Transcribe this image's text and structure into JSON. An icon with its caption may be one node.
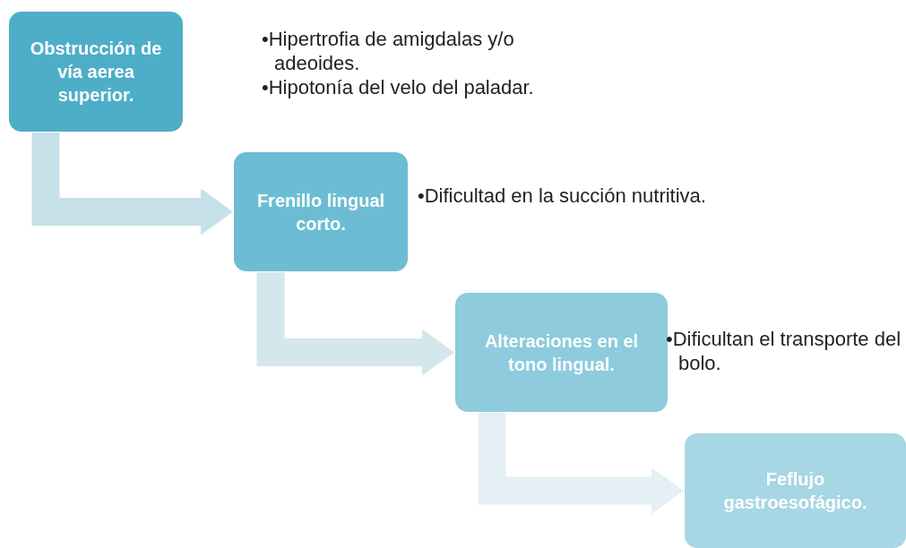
{
  "diagram": {
    "nodes": [
      {
        "text": [
          "Obstrucción de vía aerea superior."
        ],
        "beside": [
          "•Hipertrofia de amigdalas y/o adeoides.",
          "•Hipotonía del velo del paladar."
        ]
      },
      {
        "text": [
          "Frenillo lingual corto."
        ],
        "beside": [
          "•Dificultad en la succión nutritiva."
        ]
      },
      {
        "text": [
          "Alteraciones en el tono lingual."
        ],
        "beside": [
          "•Dificultan el transporte del bolo."
        ]
      },
      {
        "text": [
          "Feflujo gastroesofágico."
        ]
      }
    ],
    "edges": [
      {
        "from": 0,
        "to": 1,
        "arrow": "to",
        "color": "#c6e1e9"
      },
      {
        "from": 1,
        "to": 2,
        "arrow": "to",
        "color": "#d4e7ed"
      },
      {
        "from": 2,
        "to": 3,
        "arrow": "to",
        "color": "#e5f0f4"
      }
    ]
  }
}
